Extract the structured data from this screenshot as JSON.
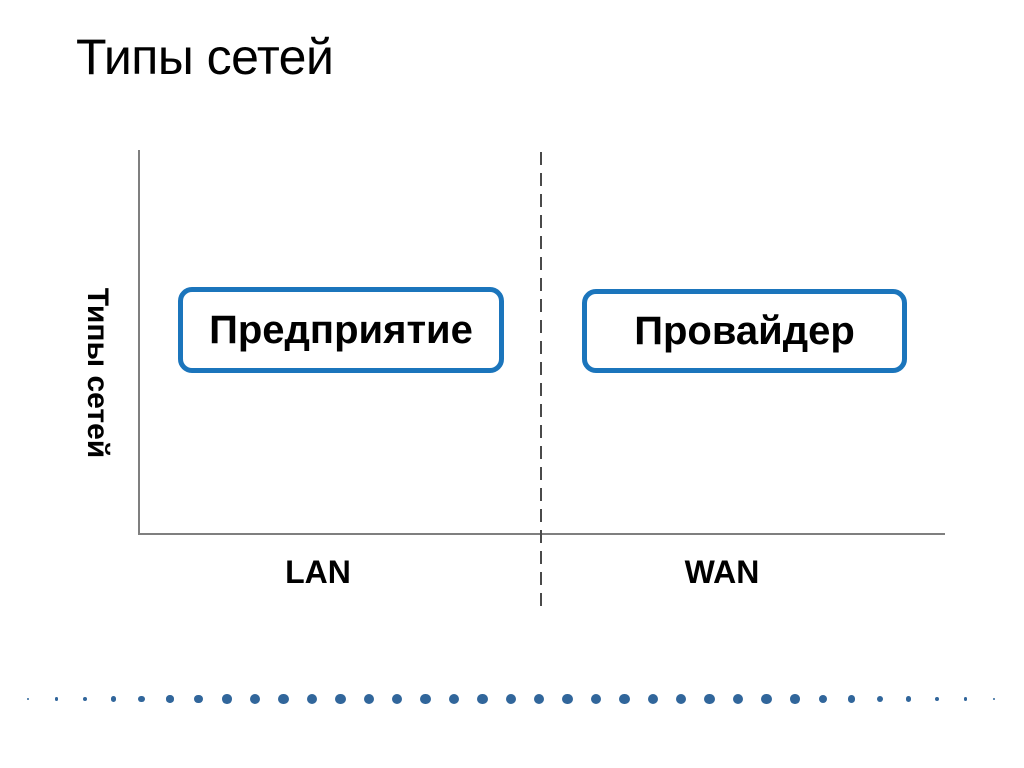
{
  "slide": {
    "title": "Типы сетей",
    "background_color": "#ffffff"
  },
  "diagram": {
    "y_axis_label": "Типы сетей",
    "x_categories": [
      {
        "label": "LAN"
      },
      {
        "label": "WAN"
      }
    ],
    "boxes": [
      {
        "label": "Предприятие",
        "region": "LAN"
      },
      {
        "label": "Провайдер",
        "region": "WAN"
      }
    ],
    "colors": {
      "box_border": "#1b75bc",
      "axis_line": "#7f7f7f",
      "divider_line": "#4a4a4a",
      "text": "#000000"
    }
  },
  "footer": {
    "dots_count": 35,
    "dot_color": "#31669b"
  }
}
